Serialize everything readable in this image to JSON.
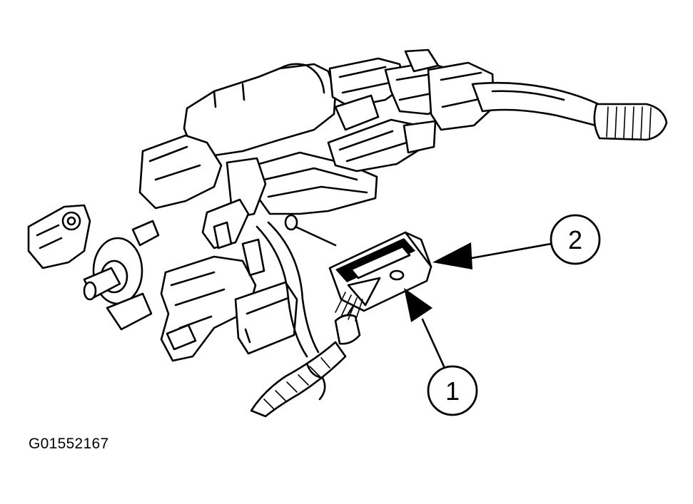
{
  "callouts": [
    {
      "number": "1",
      "target": "connector-locking-tab"
    },
    {
      "number": "2",
      "target": "connector-housing"
    }
  ],
  "figure_code": "G01552167",
  "colors": {
    "line": "#000000",
    "background": "#ffffff"
  }
}
